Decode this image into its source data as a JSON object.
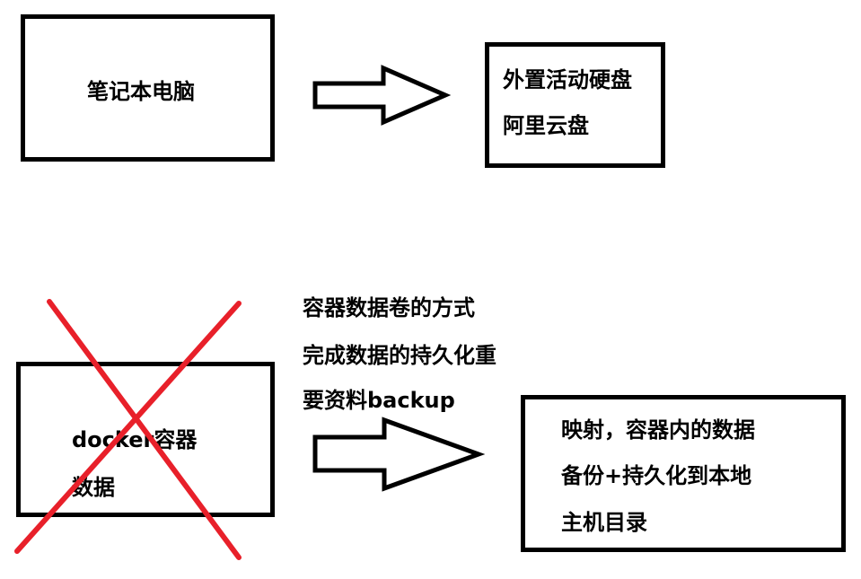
{
  "diagram": {
    "top": {
      "source_label": "笔记本电脑",
      "target_lines": [
        "外置活动硬盘",
        "阿里云盘"
      ]
    },
    "bottom": {
      "source_lines": [
        "docker容器",
        "数据"
      ],
      "description_lines": [
        "容器数据卷的方式",
        "完成数据的持久化重",
        "要资料backup"
      ],
      "target_lines": [
        "映射，容器内的数据",
        "备份+持久化到本地",
        "主机目录"
      ]
    },
    "colors": {
      "border": "#000000",
      "cross": "#e8202a"
    },
    "icons": {
      "arrow": "right-arrow-icon",
      "cross": "red-x-icon"
    }
  }
}
